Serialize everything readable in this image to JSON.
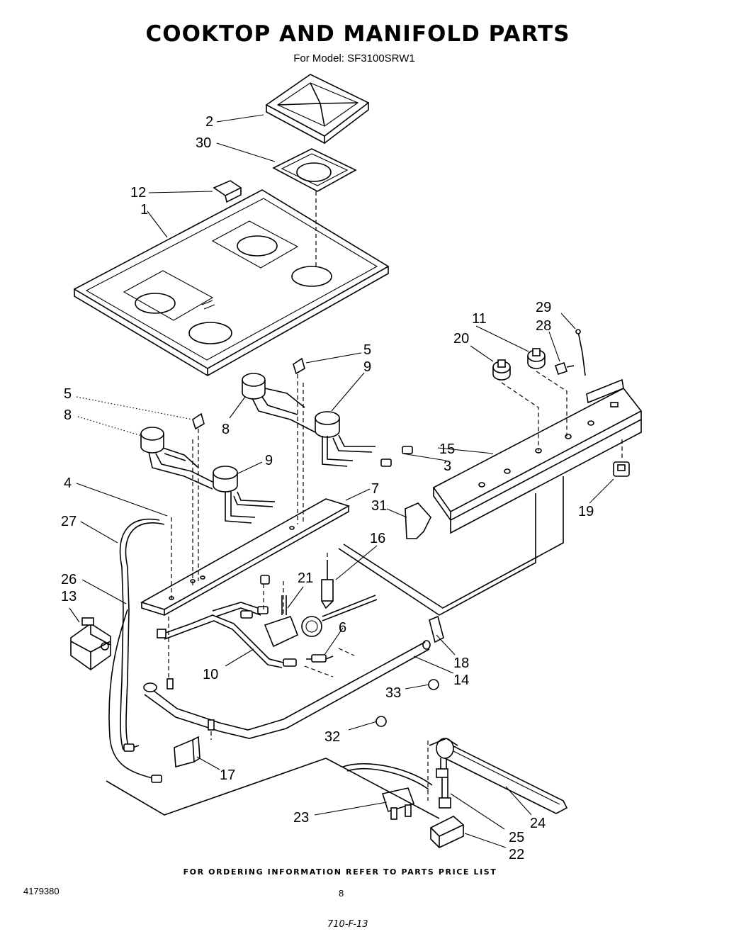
{
  "header": {
    "title": "COOKTOP  AND MANIFOLD PARTS",
    "model": "For Model: SF3100SRW1"
  },
  "callouts": [
    "2",
    "30",
    "12",
    "1",
    "5",
    "9",
    "5",
    "8",
    "8",
    "9",
    "4",
    "7",
    "27",
    "26",
    "13",
    "11",
    "20",
    "29",
    "28",
    "15",
    "3",
    "31",
    "19",
    "16",
    "21",
    "6",
    "18",
    "14",
    "33",
    "10",
    "32",
    "17",
    "23",
    "24",
    "25",
    "22"
  ],
  "footer": {
    "ordering_note": "FOR ORDERING INFORMATION REFER TO PARTS PRICE LIST",
    "doc_number": "4179380",
    "page_number": "8",
    "handwritten": "710-F-13"
  }
}
